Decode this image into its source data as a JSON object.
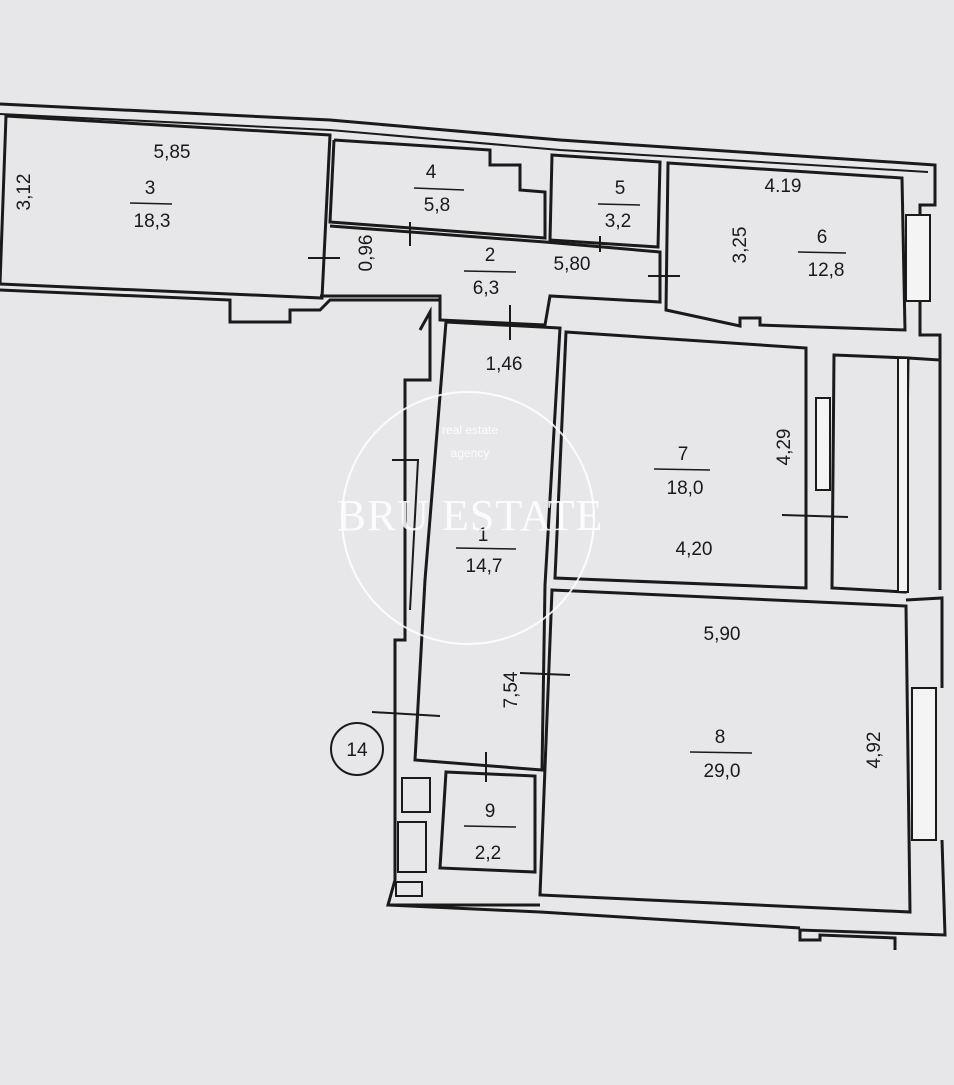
{
  "plan": {
    "apartment_number": "14",
    "rooms": [
      {
        "id": "3",
        "area": "18,3"
      },
      {
        "id": "4",
        "area": "5,8"
      },
      {
        "id": "5",
        "area": "3,2"
      },
      {
        "id": "6",
        "area": "12,8"
      },
      {
        "id": "2",
        "area": "6,3"
      },
      {
        "id": "7",
        "area": "18,0"
      },
      {
        "id": "1",
        "area": "14,7"
      },
      {
        "id": "8",
        "area": "29,0"
      },
      {
        "id": "9",
        "area": "2,2"
      }
    ],
    "dimensions": {
      "d585": "5,85",
      "d312": "3,12",
      "d419": "4.19",
      "d325": "3,25",
      "d096": "0,96",
      "d580": "5,80",
      "d146": "1,46",
      "d429": "4,29",
      "d420": "4,20",
      "d590": "5,90",
      "d754": "7,54",
      "d492": "4,92"
    }
  },
  "watermark": {
    "brand": "BRU ESTATE",
    "tagline_line1": "real estate",
    "tagline_line2": "agency"
  }
}
